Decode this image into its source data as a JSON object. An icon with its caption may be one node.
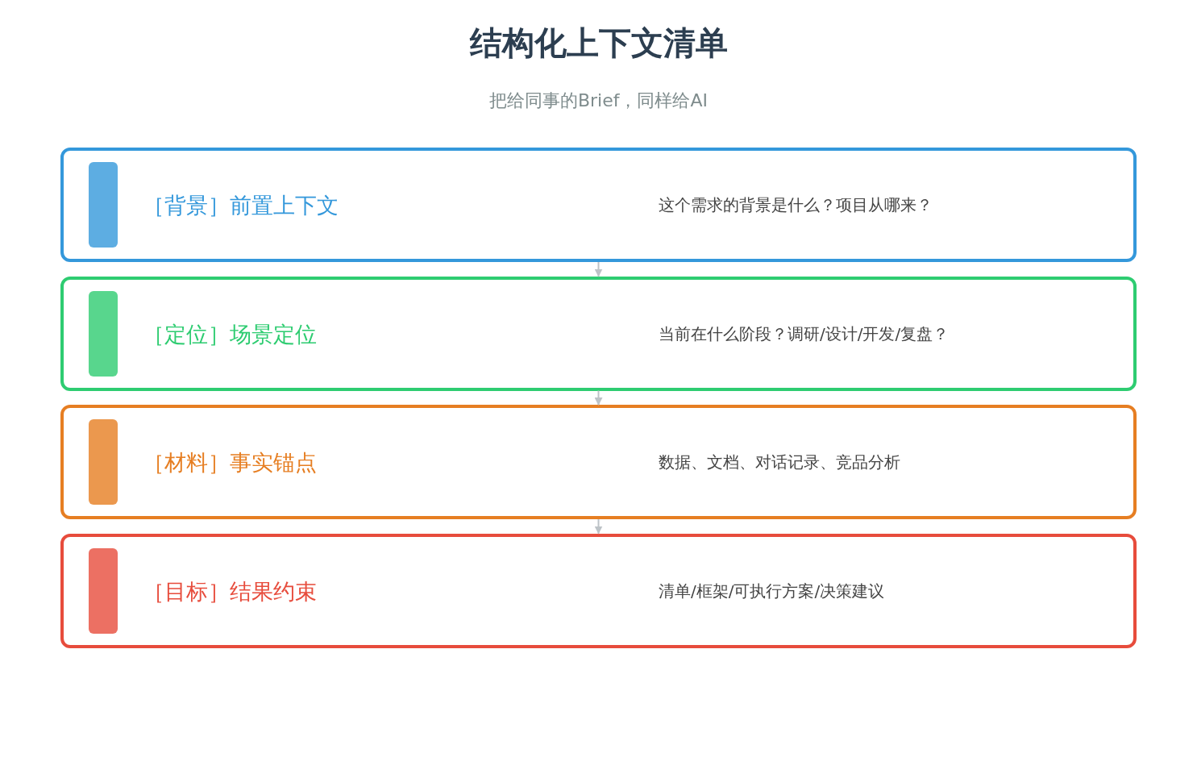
{
  "diagram": {
    "title": "结构化上下文清单",
    "caption": "把给同事的Brief，同样给AI",
    "nodes": [
      {
        "text": [
          "［背景］前置上下文",
          "这个需求的背景是什么？项目从哪来？"
        ]
      },
      {
        "text": [
          "［定位］场景定位",
          "当前在什么阶段？调研/设计/开发/复盘？"
        ]
      },
      {
        "text": [
          "［材料］事实锚点",
          "数据、文档、对话记录、竞品分析"
        ]
      },
      {
        "text": [
          "［目标］结果约束",
          "清单/框架/可执行方案/决策建议"
        ]
      }
    ],
    "edges": [
      {
        "from": 0,
        "to": 1,
        "arrow": "to"
      },
      {
        "from": 1,
        "to": 2,
        "arrow": "to"
      },
      {
        "from": 2,
        "to": 3,
        "arrow": "to"
      }
    ]
  }
}
